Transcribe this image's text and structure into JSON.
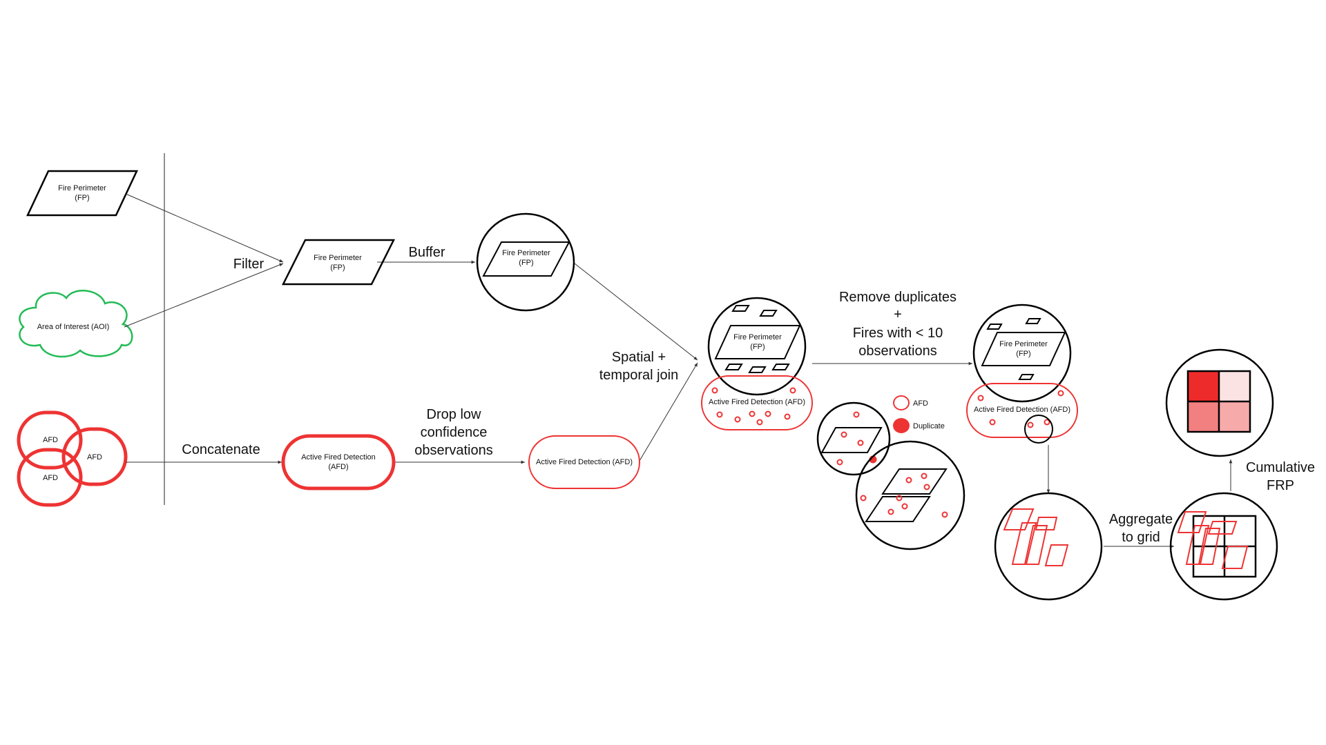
{
  "colors": {
    "afd_red": "#ee3333",
    "aoi_green": "#22bb55",
    "outline": "#000000",
    "grid_cells": [
      "#ee2b2b",
      "#fbe3e3",
      "#f28080",
      "#f6aaaa"
    ]
  },
  "inputs": {
    "fire_perimeter": {
      "line1": "Fire Perimeter",
      "line2": "(FP)"
    },
    "area_of_interest": {
      "label": "Area of Interest (AOI)"
    },
    "afd_sources": [
      "AFD",
      "AFD",
      "AFD"
    ]
  },
  "steps": {
    "filter": "Filter",
    "buffer": "Buffer",
    "concatenate": "Concatenate",
    "drop_low_confidence": [
      "Drop low",
      "confidence",
      "observations"
    ],
    "spatial_temporal_join": [
      "Spatial +",
      "temporal join"
    ],
    "remove_duplicates": [
      "Remove duplicates",
      "+",
      "Fires with < 10",
      "observations"
    ],
    "aggregate_to_grid": [
      "Aggregate",
      "to grid"
    ],
    "cumulative_frp": [
      "Cumulative",
      "FRP"
    ]
  },
  "nodes": {
    "filtered_fp": {
      "line1": "Fire Perimeter",
      "line2": "(FP)"
    },
    "buffered_fp": {
      "line1": "Fire Perimeter",
      "line2": "(FP)"
    },
    "concatenated_afd": {
      "line1": "Active Fired Detection",
      "line2": "(AFD)"
    },
    "high_conf_afd": {
      "label": "Active Fired Detection (AFD)"
    },
    "joined_fp": {
      "line1": "Fire Perimeter",
      "line2": "(FP)"
    },
    "joined_afd": {
      "label": "Active Fired Detection (AFD)"
    },
    "cleaned_fp": {
      "line1": "Fire Perimeter",
      "line2": "(FP)"
    },
    "cleaned_afd": {
      "label": "Active Fired Detection (AFD)"
    }
  },
  "legend": {
    "afd": "AFD",
    "duplicate": "Duplicate"
  }
}
